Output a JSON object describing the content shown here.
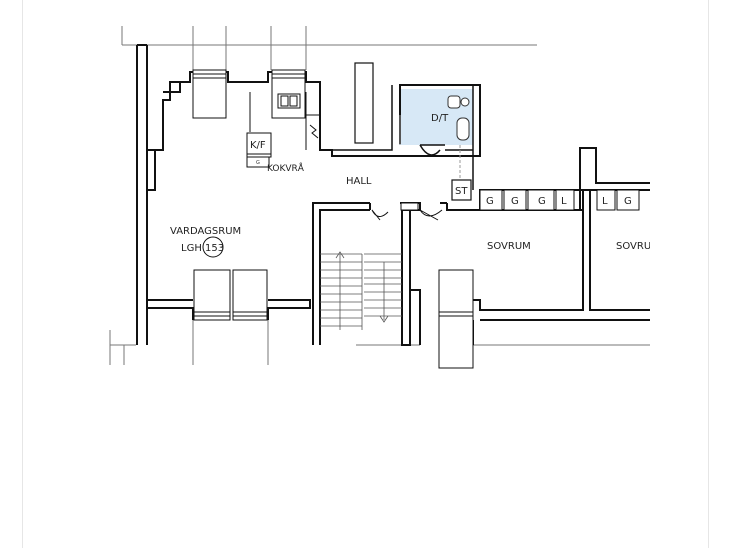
{
  "plan": {
    "rooms": {
      "vardagsrum": "VARDAGSRUM",
      "lgh_prefix": "LGH",
      "lgh_number": "153",
      "hall": "HALL",
      "kokvra": "KOKVRÅ",
      "dt": "D/T",
      "kf": "K/F",
      "kf_g": "G",
      "st": "ST",
      "sovrum1": "SOVRUM",
      "sovrum2": "SOVRU"
    },
    "closets": {
      "g1": "G",
      "g2": "G",
      "g3": "G",
      "l1": "L",
      "l2": "L",
      "g4": "G"
    },
    "colors": {
      "wall": "#111111",
      "bathroom_fill": "#d7e8f6",
      "thin_line": "#777777"
    }
  }
}
